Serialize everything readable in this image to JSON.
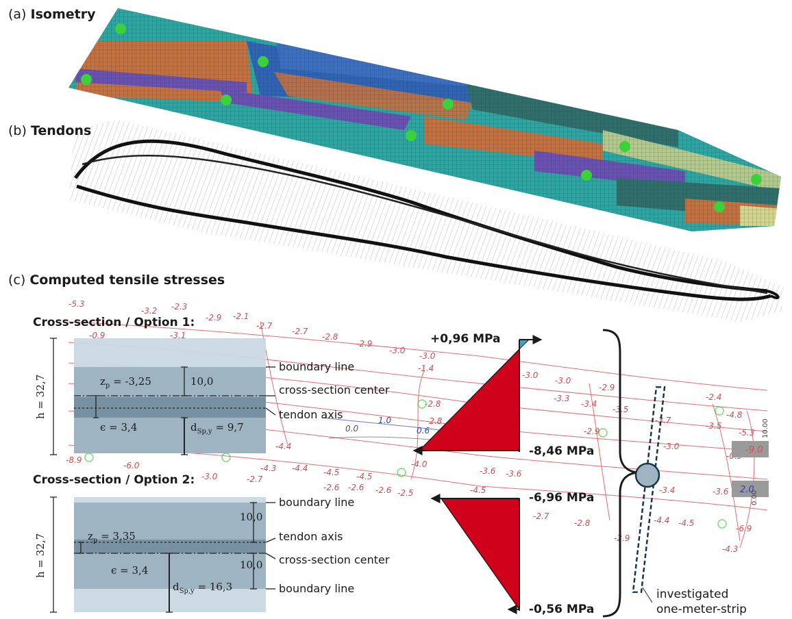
{
  "panels": {
    "a": {
      "prefix": "(a)",
      "title": "Isometry"
    },
    "b": {
      "prefix": "(b)",
      "title": "Tendons"
    },
    "c": {
      "prefix": "(c)",
      "title": "Computed tensile stresses"
    }
  },
  "option1": {
    "title": "Cross-section / Option 1:",
    "h_label": "h = 32,7",
    "zp_value": "= -3,25",
    "e_label": "ϵ = 3,4",
    "top_dist": "10,0",
    "dsp_value": "= 9,7",
    "boundary": "boundary line",
    "center": "cross-section center",
    "tendon": "tendon axis"
  },
  "option2": {
    "title": "Cross-section / Option 2:",
    "h_label": "h = 32,7",
    "zp_value": "= 3,35",
    "e_label": "ϵ = 3,4",
    "top_dist": "10,0",
    "bot_dist": "10,0",
    "dsp_value": "= 16,3",
    "boundary_top": "boundary line",
    "tendon": "tendon axis",
    "center": "cross-section center",
    "boundary_bot": "boundary line"
  },
  "stresses": {
    "s1_top": "+0,96 MPa",
    "s1_bot": "-8,46 MPa",
    "s2_top": "-6,96 MPa",
    "s2_bot": "-0,56 MPa"
  },
  "strip_label": [
    "investigated",
    "one-meter-strip"
  ],
  "contour_labels": [
    "-5.3",
    "-3.2",
    "-2.3",
    "-2.9",
    "-2.1",
    "-2.7",
    "-2.7",
    "-2.8",
    "-2.9",
    "-3.0",
    "-3.0",
    "-1.4",
    "-2.8",
    "-3.0",
    "-3.0",
    "-2.9",
    "-2.4",
    "-3.3",
    "-3.4",
    "-3.5",
    "-3.7",
    "-3.5",
    "-4.8",
    "-5.3",
    "-2.9",
    "-3.0",
    "-4.4",
    "-4.3",
    "-4.4",
    "-4.5",
    "-4.5",
    "-3.6",
    "-3.6",
    "-2.6",
    "-2.6",
    "-2.6",
    "-2.5",
    "-4.5",
    "-2.7",
    "-2.8",
    "-2.9",
    "-4.4",
    "-4.5",
    "-6.9",
    "-4.3",
    "-6.0",
    "-8.9",
    "-3.0",
    "-2.7",
    "-3.4",
    "-3.6",
    "-0.5",
    "-0.9",
    "-3.1",
    "1.0",
    "0.6",
    "0.0",
    "-2.8",
    "-4.0"
  ],
  "box_labels": {
    "b1": "-9.0",
    "b2": "2.0"
  },
  "side_numbers": {
    "n1": "10.00",
    "n2": "0.00"
  },
  "colors": {
    "stress_fill": "#d0021b",
    "positive_fill": "#29abe2",
    "section_light": "#c9d8e3",
    "section_mid": "#9fb4c3",
    "section_dark": "#7791a2",
    "contour_red": "#e0474c",
    "contour_blue": "#2b3fc2"
  }
}
